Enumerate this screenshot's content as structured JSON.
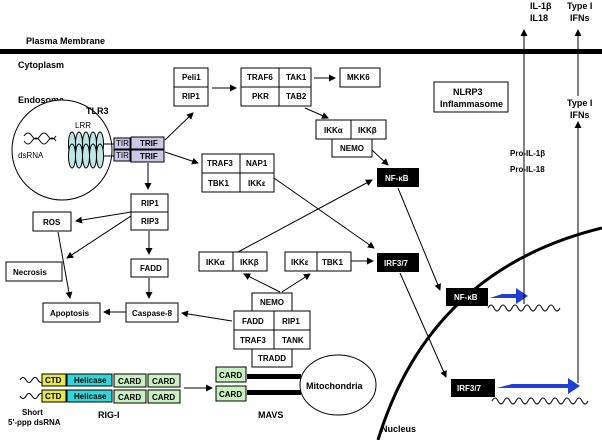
{
  "compartments": {
    "plasma_membrane": "Plasma Membrane",
    "cytoplasm": "Cytoplasm",
    "endosome": "Endosome",
    "nucleus": "Nucleus"
  },
  "receptors": {
    "tlr3": "TLR3",
    "lrr": "LRR",
    "dsrna": "dsRNA",
    "tir_a": "TIR",
    "tir_b": "TIR",
    "trif_a": "TRIF",
    "trif_b": "TRIF",
    "rigi": "RIG-I",
    "ctd_a": "CTD",
    "ctd_b": "CTD",
    "helicase_a": "Helicase",
    "helicase_b": "Helicase",
    "card_1": "CARD",
    "card_2": "CARD",
    "card_3": "CARD",
    "card_4": "CARD",
    "short_line1": "Short",
    "short_line2": "5'-ppp dsRNA",
    "mavs": "MAVS",
    "mavs_card_a": "CARD",
    "mavs_card_b": "CARD",
    "mitochondria": "Mitochondria"
  },
  "boxes": {
    "peli1": "Peli1",
    "rip1_top": "RIP1",
    "traf6": "TRAF6",
    "tak1": "TAK1",
    "pkr": "PKR",
    "tab2": "TAB2",
    "mkk6": "MKK6",
    "ikka_top": "IKKα",
    "ikkb_top": "IKKβ",
    "nemo_top": "NEMO",
    "traf3_top": "TRAF3",
    "nap1": "NAP1",
    "tbk1_top": "TBK1",
    "ikke_top": "IKKε",
    "rip1_mid": "RIP1",
    "rip3": "RIP3",
    "fadd_mid": "FADD",
    "caspase8": "Caspase-8",
    "ros": "ROS",
    "necrosis": "Necrosis",
    "apoptosis": "Apoptosis",
    "ikka_mid": "IKKα",
    "ikkb_mid": "IKKβ",
    "ikke_mid": "IKKε",
    "tbk1_mid": "TBK1",
    "nemo_low": "NEMO",
    "fadd_low": "FADD",
    "rip1_low": "RIP1",
    "traf3_low": "TRAF3",
    "tank": "TANK",
    "tradd": "TRADD",
    "nfkb_cyto": "NF-κB",
    "irf37_cyto": "IRF3/7",
    "nfkb_nuc": "NF-κB",
    "irf37_nuc": "IRF3/7",
    "nlrp3_line1": "NLRP3",
    "nlrp3_line2": "Inflammasome"
  },
  "outputs": {
    "il1b": "IL-1β",
    "il18": "IL18",
    "type1_top_line1": "Type I",
    "type1_top_line2": "IFNs",
    "type1_mid_line1": "Type I",
    "type1_mid_line2": "IFNs",
    "pro_il1b": "Pro-IL-1β",
    "pro_il18": "Pro-IL-18"
  },
  "colors": {
    "trif_fill": "#c9c6e6",
    "ctd_fill": "#e6e64d",
    "helicase_fill": "#33d6d6",
    "card_fill": "#c8f0c0",
    "arrow_blue": "#1f3fd6",
    "tf_fill": "#000000"
  }
}
